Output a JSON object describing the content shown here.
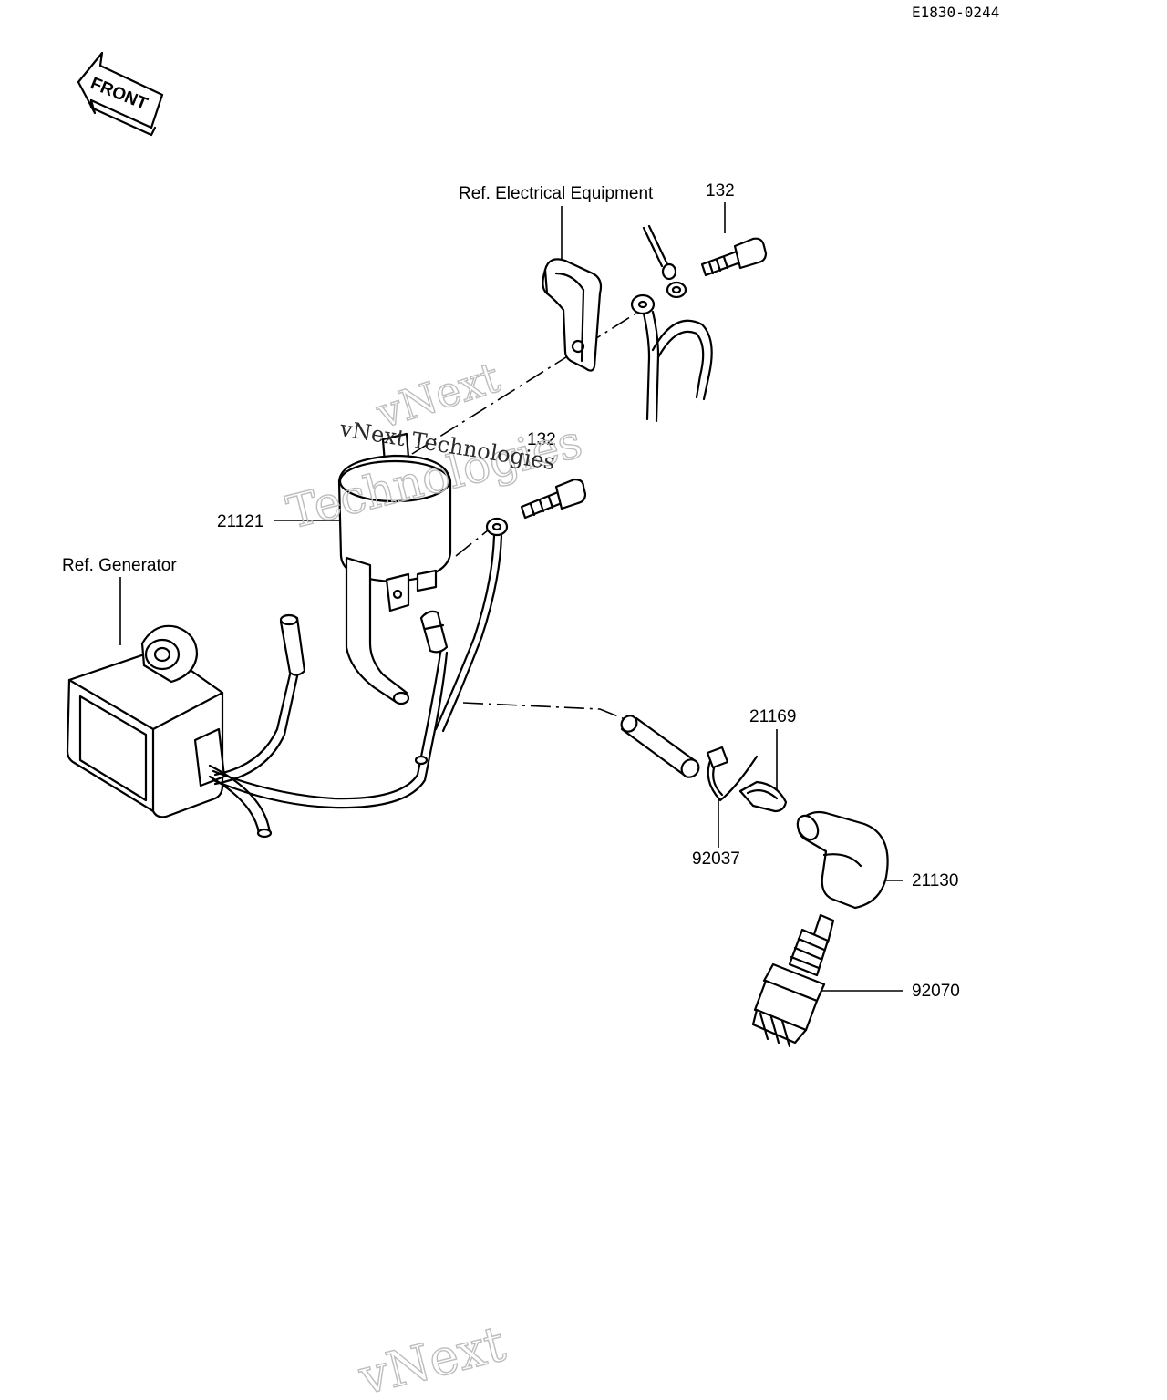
{
  "drawing_number": "E1830-0244",
  "front_label": "FRONT",
  "references": {
    "electrical_equipment": "Ref. Electrical Equipment",
    "generator": "Ref. Generator"
  },
  "parts": {
    "bolt_top": "132",
    "bolt_mid": "132",
    "ignition_coil": "21121",
    "clamp": "21169",
    "band": "92037",
    "plug_cap": "21130",
    "spark_plug": "92070"
  },
  "watermark": {
    "text_1": "vNext",
    "text_2": "Technologies",
    "text_3": "vNext Technologies",
    "text_4": "vNext"
  }
}
